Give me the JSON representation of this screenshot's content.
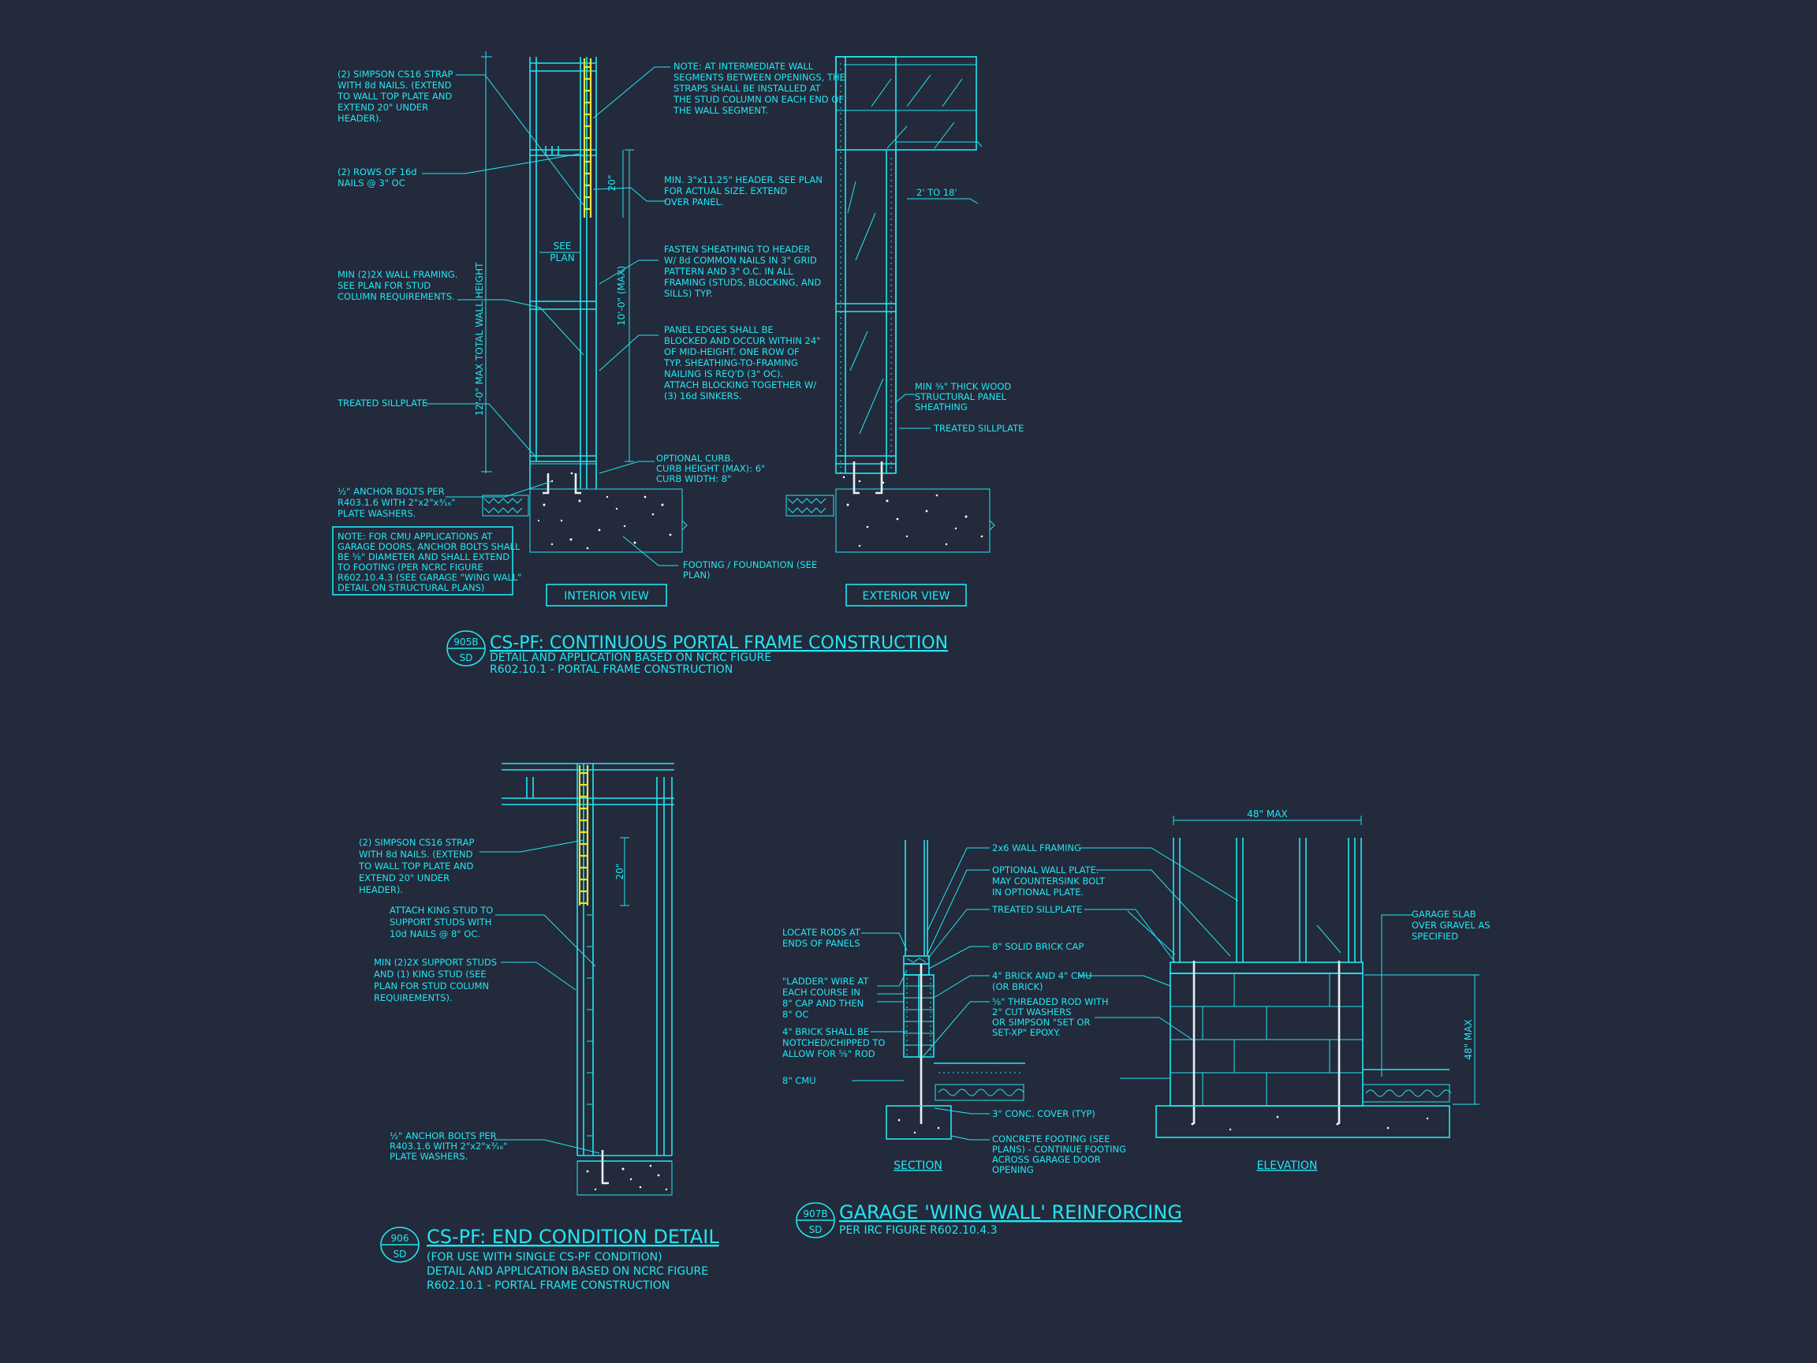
{
  "detail_top": {
    "notes_left": {
      "strap": [
        "(2) SIMPSON CS16 STRAP",
        "WITH 8d NAILS. (EXTEND",
        "TO WALL TOP PLATE AND",
        "EXTEND 20\" UNDER",
        "HEADER)."
      ],
      "rows": [
        "(2) ROWS OF 16d",
        "NAILS @ 3\" OC"
      ],
      "framing": [
        "MIN (2)2X WALL FRAMING.",
        "SEE PLAN FOR STUD",
        "COLUMN REQUIREMENTS."
      ],
      "sillplate": "TREATED SILLPLATE",
      "anchor": [
        "½\" ANCHOR BOLTS PER",
        "R403.1.6 WITH 2\"x2\"x³⁄₁₆\"",
        "PLATE WASHERS."
      ],
      "cmu_note": [
        "NOTE: FOR CMU APPLICATIONS AT",
        "GARAGE DOORS, ANCHOR BOLTS SHALL",
        "BE ⅝\" DIAMETER AND SHALL EXTEND",
        "TO FOOTING (PER NCRC FIGURE",
        "R602.10.4.3 (SEE GARAGE \"WING WALL\"",
        "DETAIL ON STRUCTURAL PLANS)"
      ]
    },
    "notes_mid": {
      "intermediate": [
        "NOTE: AT INTERMEDIATE WALL",
        "SEGMENTS BETWEEN OPENINGS, THE",
        "STRAPS SHALL BE INSTALLED AT",
        "THE STUD COLUMN ON EACH END OF",
        "THE WALL SEGMENT."
      ],
      "header": [
        "MIN. 3\"x11.25\" HEADER. SEE PLAN",
        "FOR ACTUAL SIZE. EXTEND",
        "OVER PANEL."
      ],
      "fasten": [
        "FASTEN SHEATHING TO HEADER",
        "W/ 8d COMMON NAILS IN 3\" GRID",
        "PATTERN AND 3\" O.C. IN ALL",
        "FRAMING (STUDS, BLOCKING, AND",
        "SILLS) TYP."
      ],
      "panel": [
        "PANEL EDGES SHALL BE",
        "BLOCKED AND OCCUR WITHIN 24\"",
        "OF MID-HEIGHT.  ONE ROW OF",
        "TYP. SHEATHING-TO-FRAMING",
        "NAILING IS REQ'D (3\" OC).",
        "ATTACH BLOCKING TOGETHER W/",
        "(3) 16d SINKERS."
      ],
      "curb": [
        "OPTIONAL CURB.",
        "CURB HEIGHT (MAX): 6\"",
        "CURB WIDTH: 8\""
      ],
      "footing": [
        "FOOTING / FOUNDATION (SEE",
        "PLAN)"
      ]
    },
    "notes_right": {
      "range": "2' TO 18'",
      "sheathing": [
        "MIN ⅜\" THICK WOOD",
        "STRUCTURAL PANEL",
        "SHEATHING"
      ],
      "sillplate": "TREATED SILLPLATE"
    },
    "dims": {
      "total": "12'-0\" MAX TOTAL WALL HEIGHT",
      "wall": "10'-0\" (MAX)",
      "overlap": "20\"",
      "see_plan": [
        "SEE",
        "PLAN"
      ]
    },
    "view_labels": {
      "interior": "INTERIOR VIEW",
      "exterior": "EXTERIOR VIEW"
    },
    "title": {
      "num": "905B",
      "sheet": "SD",
      "main": "CS-PF: CONTINUOUS PORTAL FRAME CONSTRUCTION",
      "lines": [
        "DETAIL AND APPLICATION BASED ON NCRC FIGURE",
        "R602.10.1 - PORTAL FRAME CONSTRUCTION"
      ]
    }
  },
  "detail_end": {
    "notes": {
      "strap": [
        "(2) SIMPSON CS16 STRAP",
        "WITH 8d NAILS. (EXTEND",
        "TO WALL TOP PLATE AND",
        "EXTEND 20\" UNDER",
        "HEADER)."
      ],
      "king": [
        "ATTACH KING STUD TO",
        "SUPPORT STUDS WITH",
        "10d NAILS @ 8\" OC."
      ],
      "support": [
        "MIN (2)2X SUPPORT STUDS",
        "AND (1) KING STUD (SEE",
        "PLAN FOR STUD COLUMN",
        "REQUIREMENTS)."
      ],
      "anchor": [
        "½\" ANCHOR BOLTS PER",
        "R403.1.6 WITH 2\"x2\"x³⁄₁₆\"",
        "PLATE WASHERS."
      ]
    },
    "dim": "20\"",
    "title": {
      "num": "906",
      "sheet": "SD",
      "main": "CS-PF: END CONDITION DETAIL",
      "lines": [
        "(FOR USE WITH SINGLE CS-PF CONDITION)",
        "DETAIL AND APPLICATION BASED ON NCRC FIGURE",
        "R602.10.1 - PORTAL FRAME CONSTRUCTION"
      ]
    }
  },
  "detail_wing": {
    "notes_left": {
      "rods": [
        "LOCATE RODS AT",
        "ENDS OF PANELS"
      ],
      "ladder": [
        "\"LADDER\" WIRE AT",
        "EACH COURSE IN",
        "8\" CAP AND THEN",
        "8\" OC"
      ],
      "brick": [
        "4\" BRICK SHALL BE",
        "NOTCHED/CHIPPED TO",
        "ALLOW FOR ⅝\" ROD"
      ],
      "cmu": "8\" CMU"
    },
    "notes_mid": {
      "framing": "2x6 WALL FRAMING",
      "plate": [
        "OPTIONAL WALL PLATE.",
        "MAY COUNTERSINK BOLT",
        "IN OPTIONAL PLATE."
      ],
      "sill": "TREATED SILLPLATE",
      "cap": "8\" SOLID BRICK CAP",
      "brick": [
        "4\" BRICK AND 4\" CMU",
        "(OR BRICK)"
      ],
      "rod": [
        "⅝\" THREADED ROD WITH",
        "2\" CUT WASHERS",
        "OR SIMPSON \"SET OR",
        "SET-XP\" EPOXY."
      ],
      "cover": "3\" CONC. COVER (TYP)",
      "footing": [
        "CONCRETE FOOTING (SEE",
        "PLANS) - CONTINUE FOOTING",
        "ACROSS GARAGE DOOR",
        "OPENING"
      ]
    },
    "notes_right": {
      "slab": [
        "GARAGE SLAB",
        "OVER GRAVEL AS",
        "SPECIFIED"
      ]
    },
    "dims": {
      "width": "48\" MAX",
      "height": "48\" MAX"
    },
    "view_labels": {
      "section": "SECTION",
      "elevation": "ELEVATION"
    },
    "title": {
      "num": "907B",
      "sheet": "SD",
      "main": "GARAGE 'WING WALL' REINFORCING",
      "lines": [
        "PER IRC FIGURE R602.10.4.3"
      ]
    }
  }
}
